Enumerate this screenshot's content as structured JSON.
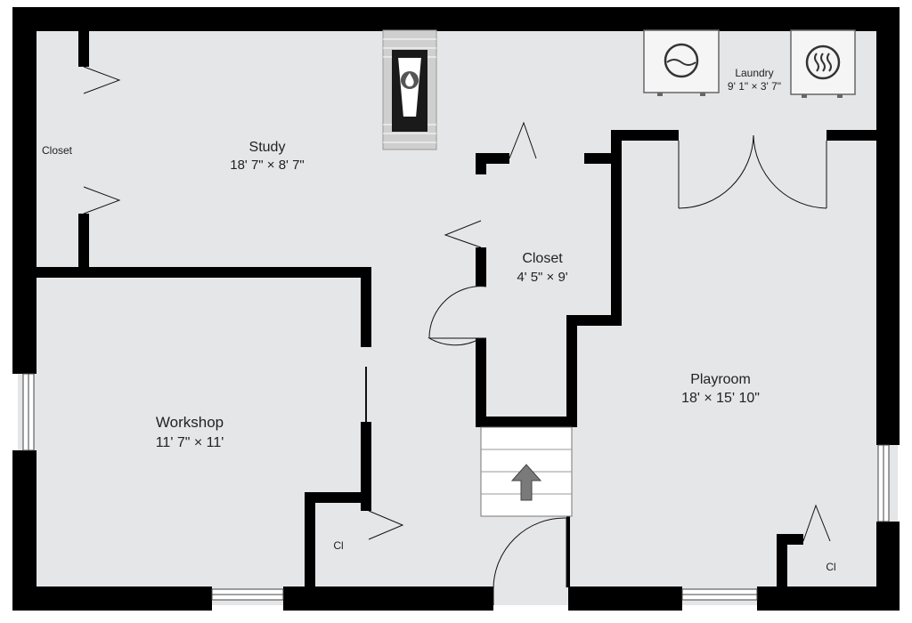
{
  "floorplan": {
    "colors": {
      "floor": "#e5e6e8",
      "wall": "#000000",
      "door_line": "#111111",
      "arrow": "#7a7a7a",
      "fireplace_brick": "#c8c8c8"
    },
    "rooms": {
      "study": {
        "name": "Study",
        "dims": "18' 7\" × 8' 7\""
      },
      "closet_left": {
        "name": "Closet"
      },
      "closet_center": {
        "name": "Closet",
        "dims": "4' 5\" × 9'"
      },
      "laundry": {
        "name": "Laundry",
        "dims": "9' 1\" × 3' 7\""
      },
      "workshop": {
        "name": "Workshop",
        "dims": "11' 7\" × 11'"
      },
      "playroom": {
        "name": "Playroom",
        "dims": "18' × 15' 10\""
      },
      "cl_workshop": {
        "name": "Cl"
      },
      "cl_playroom": {
        "name": "Cl"
      }
    },
    "fixtures": {
      "fireplace": "fireplace-icon",
      "washer": "washer-icon",
      "dryer": "dryer-icon",
      "stairs_arrow": "arrow-up-icon"
    }
  }
}
